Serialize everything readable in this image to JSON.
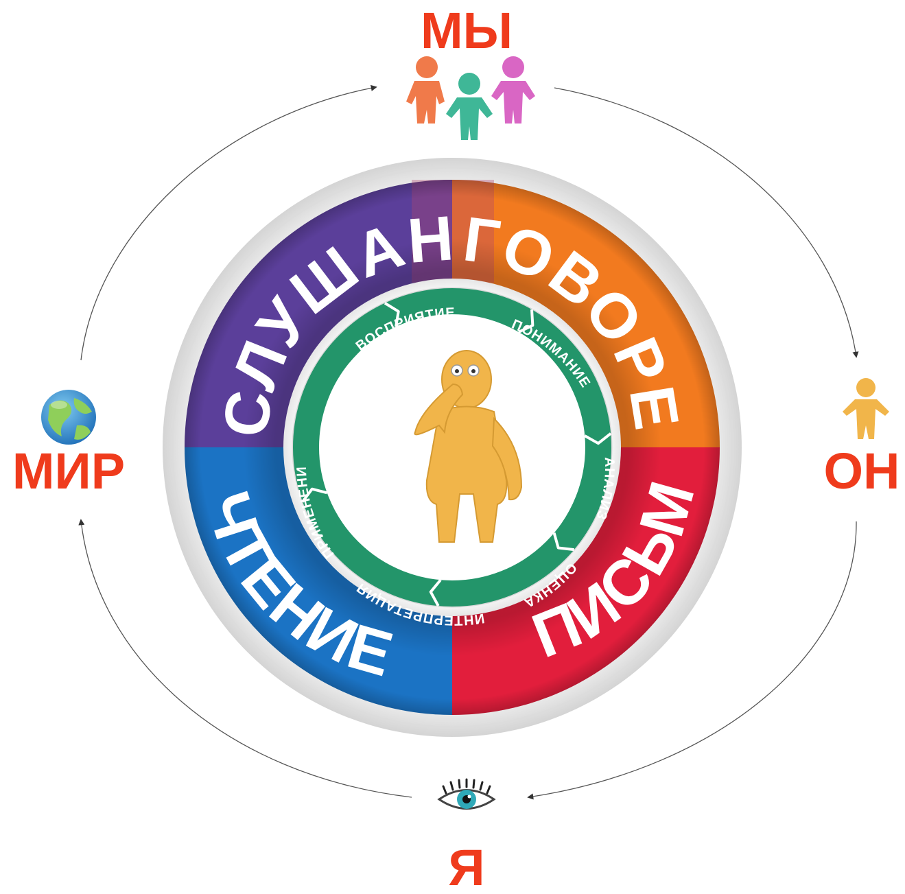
{
  "nodes": {
    "top": "МЫ",
    "right": "ОН",
    "bottom": "Я",
    "left": "МИР"
  },
  "skills": {
    "listening": "СЛУШАНИЕ",
    "speaking": "ГОВОРЕНИЕ",
    "writing": "ПИСЬМО",
    "reading": "ЧТЕНИЕ"
  },
  "process_steps": [
    "ВОСПРИЯТИЕ",
    "ПОНИМАНИЕ",
    "АНАЛИЗ",
    "ОЦЕНКА",
    "ИНТЕРПРЕТАЦИЯ",
    "ПРИМЕНЕНИЕ"
  ],
  "colors": {
    "node_label": "#ef3b1c",
    "ring_purple": "#5b3f9a",
    "ring_orange": "#f27a1f",
    "ring_red": "#e21e3c",
    "ring_blue": "#1b73c4",
    "process_green": "#23956a",
    "figure": "#f1b54a",
    "figure_orange": "#f07a4a",
    "figure_teal": "#3fb797",
    "figure_pink": "#d966c4"
  },
  "icons": [
    "people-group-icon",
    "person-icon",
    "eye-icon",
    "globe-icon",
    "thinking-figure-icon"
  ]
}
